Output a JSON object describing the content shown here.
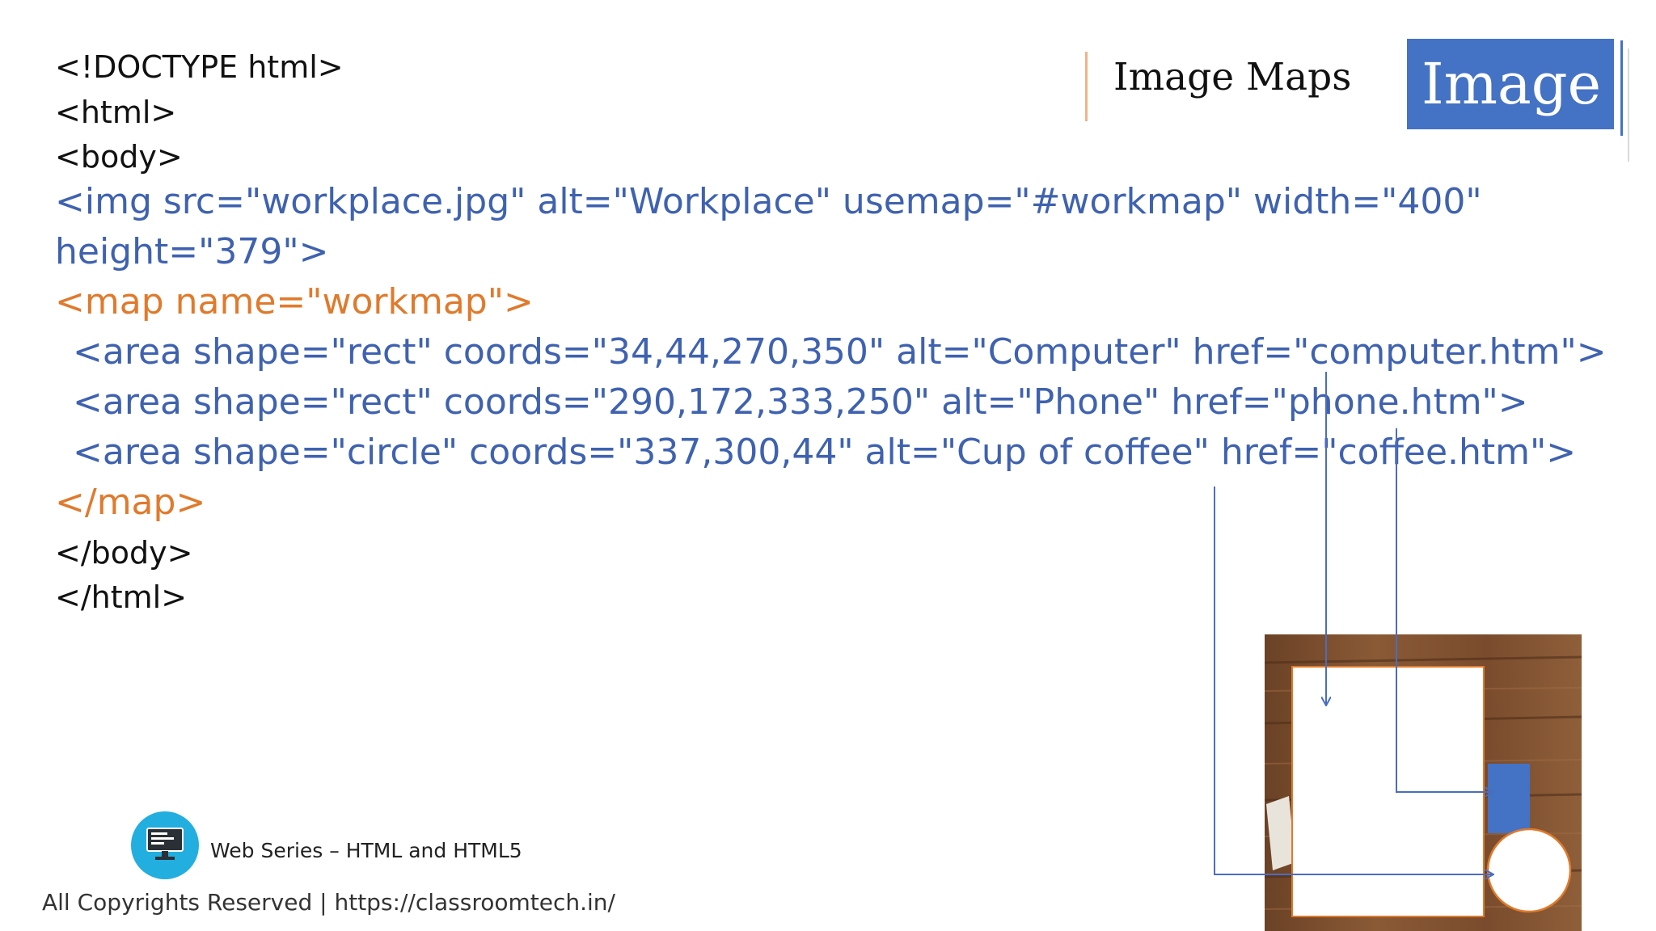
{
  "slide_title": "Image Maps",
  "title_box_text": "Image",
  "code": [
    {
      "text": "<!DOCTYPE html>",
      "style": "black"
    },
    {
      "text": "<html>",
      "style": "black"
    },
    {
      "text": "<body>",
      "style": "black"
    },
    {
      "text": "<img src=\"workplace.jpg\" alt=\"Workplace\" usemap=\"#workmap\" width=\"400\"",
      "style": "blue"
    },
    {
      "text": "height=\"379\">",
      "style": "blue"
    },
    {
      "text": "<map name=\"workmap\">",
      "style": "orange"
    },
    {
      "text": "<area shape=\"rect\" coords=\"34,44,270,350\" alt=\"Computer\" href=\"computer.htm\">",
      "style": "blue"
    },
    {
      "text": "<area shape=\"rect\" coords=\"290,172,333,250\" alt=\"Phone\" href=\"phone.htm\">",
      "style": "blue"
    },
    {
      "text": "<area shape=\"circle\" coords=\"337,300,44\" alt=\"Cup of coffee\" href=\"coffee.htm\">",
      "style": "blue"
    },
    {
      "text": "</map>",
      "style": "orange"
    },
    {
      "text": "</body>",
      "style": "black"
    },
    {
      "text": "</html>",
      "style": "black"
    }
  ],
  "footer": {
    "series": "Web Series – HTML and HTML5",
    "copyright": "All Copyrights Reserved | https://classroomtech.in/"
  },
  "colors": {
    "code_blue": "#3f62b0",
    "code_orange": "#e07a2c",
    "title_box": "#4472c4",
    "logo": "#23aee0"
  },
  "icons": {
    "footer_logo": "computer-monitor-icon"
  }
}
